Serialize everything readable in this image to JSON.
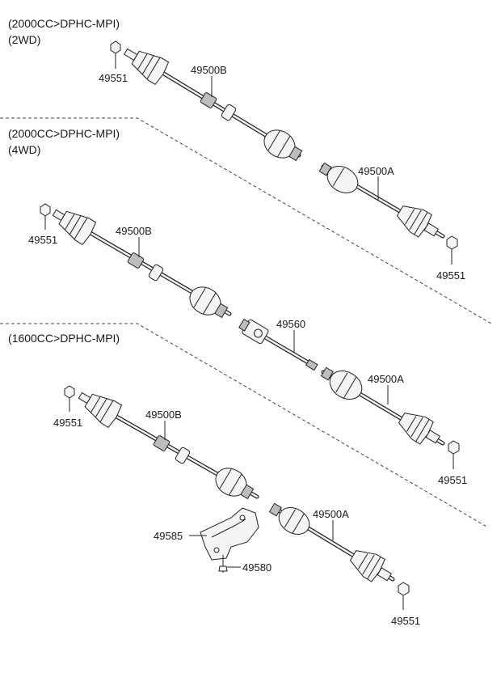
{
  "sections": [
    {
      "title": "(2000CC>DPHC-MPI)",
      "sub": "(2WD)"
    },
    {
      "title": "(2000CC>DPHC-MPI)",
      "sub": "(4WD)"
    },
    {
      "title": "(1600CC>DPHC-MPI)"
    }
  ],
  "labels": {
    "nut_2wd": "49551",
    "shaft_b_2wd": "49500B",
    "shaft_a_4wd": "49500A",
    "nut_a_4wd": "49551",
    "nut_b_4wd": "49551",
    "shaft_b_4wd": "49500B",
    "inter_4wd": "49560",
    "shaft_a2_4wd": "49500A",
    "nut_a2_4wd": "49551",
    "nut_b_1600": "49551",
    "shaft_b_1600": "49500B",
    "shaft_a_1600": "49500A",
    "bracket_1600": "49585",
    "bolt_1600": "49580",
    "nut_a_1600": "49551"
  }
}
